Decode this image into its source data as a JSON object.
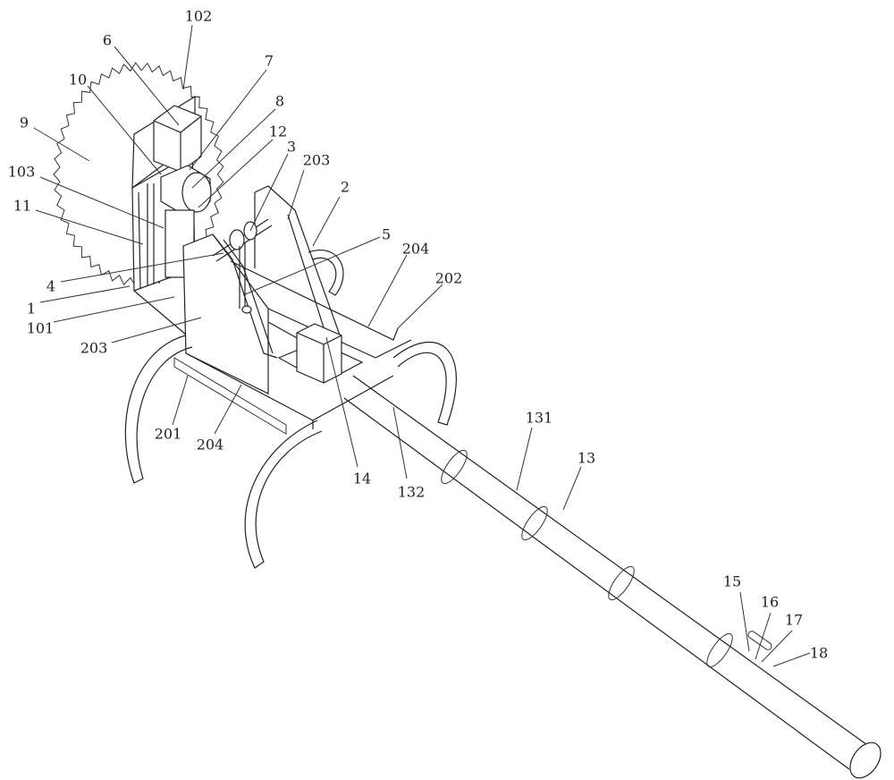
{
  "figure": {
    "labels": [
      {
        "id": "l102",
        "text": "102"
      },
      {
        "id": "l6",
        "text": "6"
      },
      {
        "id": "l10",
        "text": "10"
      },
      {
        "id": "l7",
        "text": "7"
      },
      {
        "id": "l8",
        "text": "8"
      },
      {
        "id": "l12",
        "text": "12"
      },
      {
        "id": "l9",
        "text": "9"
      },
      {
        "id": "l103",
        "text": "103"
      },
      {
        "id": "l3",
        "text": "3"
      },
      {
        "id": "l203a",
        "text": "203"
      },
      {
        "id": "l2",
        "text": "2"
      },
      {
        "id": "l11",
        "text": "11"
      },
      {
        "id": "l5",
        "text": "5"
      },
      {
        "id": "l204a",
        "text": "204"
      },
      {
        "id": "l202",
        "text": "202"
      },
      {
        "id": "l4",
        "text": "4"
      },
      {
        "id": "l1",
        "text": "1"
      },
      {
        "id": "l101",
        "text": "101"
      },
      {
        "id": "l203b",
        "text": "203"
      },
      {
        "id": "l201",
        "text": "201"
      },
      {
        "id": "l204b",
        "text": "204"
      },
      {
        "id": "l14",
        "text": "14"
      },
      {
        "id": "l132",
        "text": "132"
      },
      {
        "id": "l131",
        "text": "131"
      },
      {
        "id": "l13",
        "text": "13"
      },
      {
        "id": "l15",
        "text": "15"
      },
      {
        "id": "l16",
        "text": "16"
      },
      {
        "id": "l17",
        "text": "17"
      },
      {
        "id": "l18",
        "text": "18"
      }
    ]
  }
}
